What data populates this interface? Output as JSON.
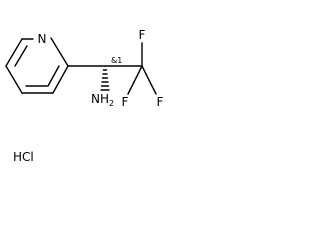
{
  "molecule": {
    "atoms": {
      "nitrogen_ring": "N",
      "fluorine_top": "F",
      "fluorine_left": "F",
      "fluorine_right": "F",
      "amine_main": "NH",
      "amine_sub": "2"
    },
    "stereo_label": "&1",
    "salt": "HCl"
  },
  "colors": {
    "bond": "#000000",
    "text": "#000000",
    "background": "#ffffff"
  }
}
